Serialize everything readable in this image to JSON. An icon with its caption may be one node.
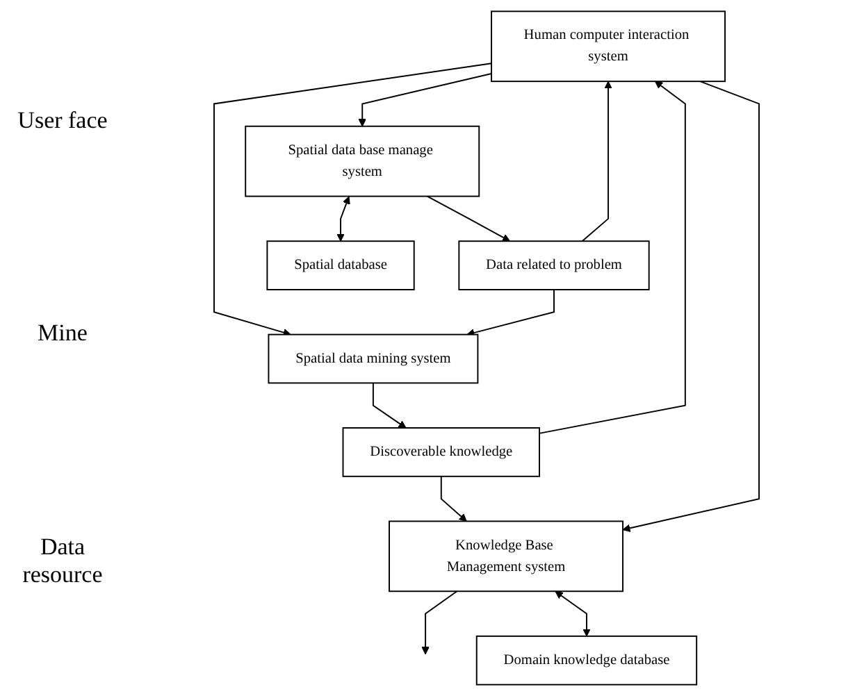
{
  "diagram": {
    "nodes": [
      {
        "text": [
          "Human computer interaction system"
        ]
      },
      {
        "text": [
          "Spatial data mining system"
        ]
      },
      {
        "text": [
          "Discoverable knowledge"
        ]
      },
      {
        "text": [
          "Data related to problem"
        ]
      },
      {
        "text": [
          "Knowledge Base Management system"
        ]
      },
      {
        "text": [
          "Spatial data base manage system"
        ]
      },
      {
        "text": [
          "Domain knowledge database"
        ]
      },
      {
        "text": [
          "Spatial database"
        ]
      }
    ],
    "edges": [
      {
        "from": 0,
        "to": 1,
        "arrow": "to"
      },
      {
        "from": 1,
        "to": 2,
        "arrow": "to"
      },
      {
        "from": 2,
        "to": 0,
        "arrow": "to"
      },
      {
        "from": 0,
        "to": 5,
        "arrow": "to"
      },
      {
        "from": 3,
        "to": 0,
        "arrow": "to"
      },
      {
        "from": 3,
        "to": 1,
        "arrow": "to"
      },
      {
        "from": 5,
        "to": 3,
        "arrow": "to"
      },
      {
        "from": 2,
        "to": 4,
        "arrow": "to"
      },
      {
        "from": 0,
        "to": 4,
        "arrow": "to"
      },
      {
        "from": 4,
        "to": null,
        "arrow": "to"
      },
      {
        "from": 4,
        "to": 6,
        "arrow": "both"
      },
      {
        "from": 5,
        "to": 7,
        "arrow": "both"
      }
    ],
    "labels": [
      "User face",
      "Mine",
      "Data resource"
    ]
  }
}
